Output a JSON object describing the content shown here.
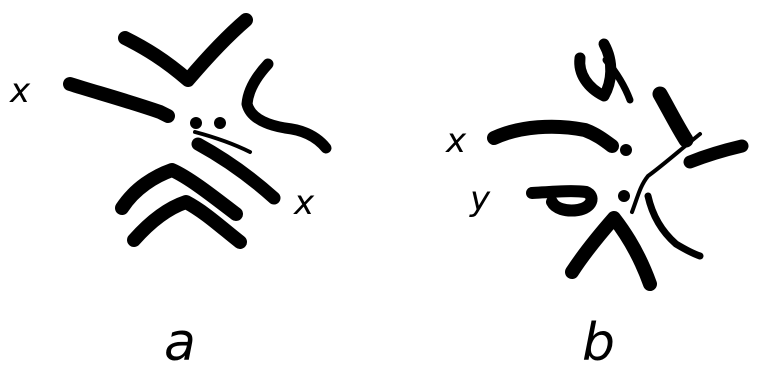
{
  "figure": {
    "panel_a": {
      "label": "a",
      "chromosome_labels": [
        "x",
        "x"
      ]
    },
    "panel_b": {
      "label": "b",
      "chromosome_labels": [
        "x",
        "y"
      ]
    }
  },
  "colors": {
    "ink": "#000000",
    "background": "#ffffff"
  }
}
